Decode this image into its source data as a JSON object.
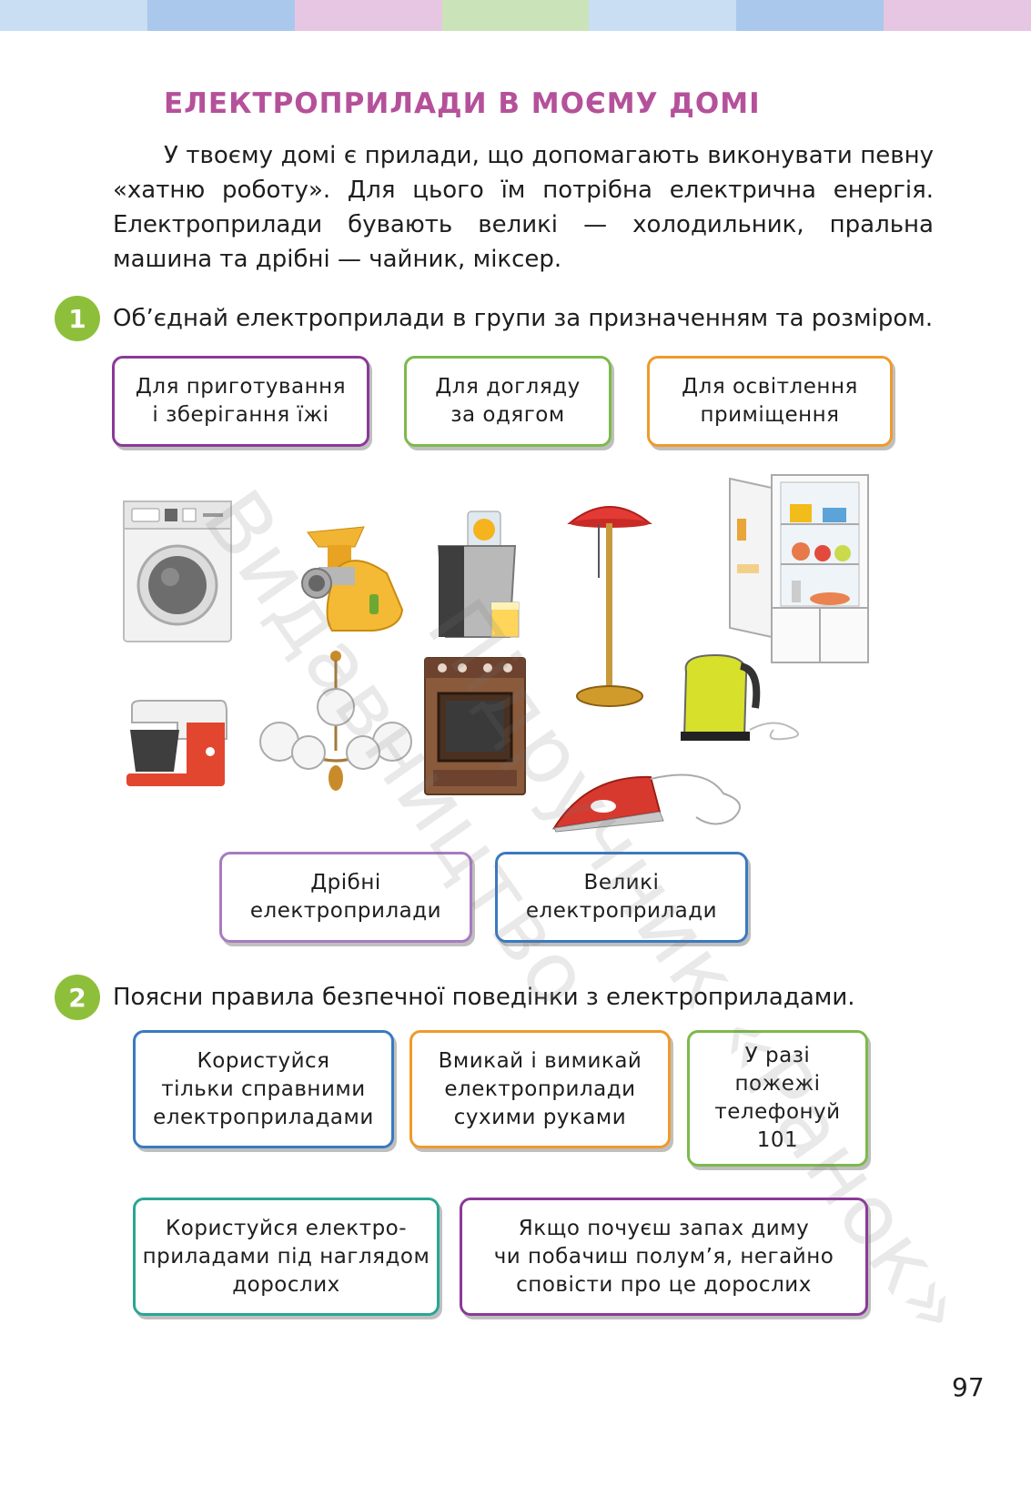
{
  "top_bar_colors": [
    "#c9ddf3",
    "#a9c8ec",
    "#e6c6e3",
    "#cbe3b8",
    "#c9ddf3",
    "#a9c8ec",
    "#e6c6e3"
  ],
  "heading": "ЕЛЕКТРОПРИЛАДИ В МОЄМУ ДОМІ",
  "intro": "У твоєму домі є прилади, що допомагають виконувати певну «хатню роботу». Для цього їм потрібна електрична енергія. Електроприлади бувають великі — холодильник, пральна машина та дрібні — чайник, міксер.",
  "task1": {
    "number": "1",
    "text": "Об’єднай електроприлади в групи за призначенням та розміром."
  },
  "purpose_boxes": [
    {
      "label": "Для приготування\nі зберігання їжі",
      "color": "#8b3a98"
    },
    {
      "label": "Для догляду\nза одягом",
      "color": "#7cba4b"
    },
    {
      "label": "Для освітлення\nприміщення",
      "color": "#ef9a2b"
    }
  ],
  "appliances": [
    "washing-machine",
    "meat-grinder",
    "juicer",
    "floor-lamp",
    "refrigerator",
    "mixer",
    "chandelier",
    "stove",
    "kettle",
    "iron"
  ],
  "size_boxes": [
    {
      "label": "Дрібні\nелектроприлади",
      "color": "#a77bc0"
    },
    {
      "label": "Великі\nелектроприлади",
      "color": "#3a79c1"
    }
  ],
  "task2": {
    "number": "2",
    "text": "Поясни правила безпечної поведінки з електроприладами."
  },
  "safety_boxes": [
    {
      "label": "Користуйся\nтільки справними\nелектроприладами",
      "color": "#3a79c1"
    },
    {
      "label": "Вмикай і вимикай\nелектроприлади\nсухими руками",
      "color": "#ef9a2b"
    },
    {
      "label": "У разі\nпожежі\nтелефонуй\n101",
      "color": "#7cba4b"
    },
    {
      "label": "Користуйся електро-\nприладами під наглядом\nдорослих",
      "color": "#2aa597"
    },
    {
      "label": "Якщо почуєш запах диму\nчи побачиш полум’я, негайно\nсповісти про це дорослих",
      "color": "#8b3a98"
    }
  ],
  "watermark": [
    "Видавництво",
    "Підручник «Ранок»"
  ],
  "page_number": "97"
}
